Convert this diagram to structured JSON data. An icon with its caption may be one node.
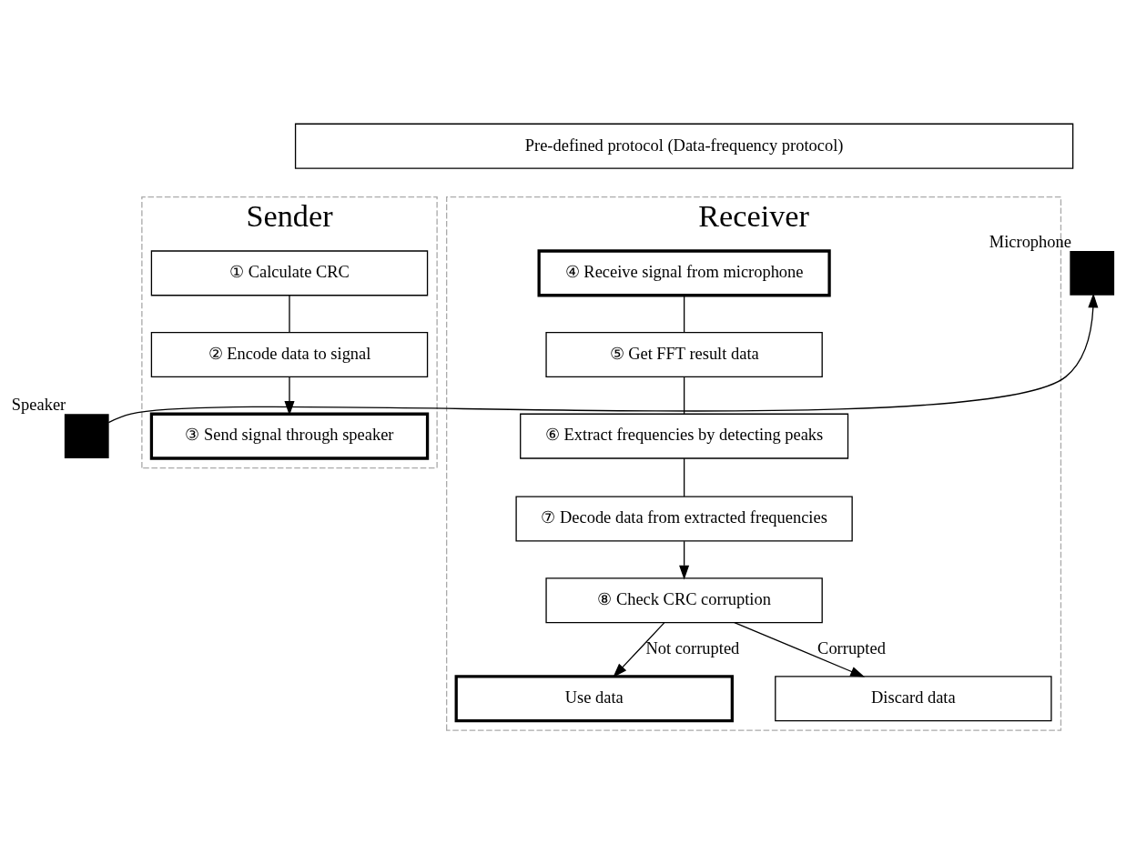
{
  "diagram": {
    "nodes": [
      {
        "text": [
          "Sender"
        ]
      },
      {
        "text": [
          "Receiver"
        ]
      },
      {
        "text": [
          "Pre-defined protocol (Data-frequency protocol)"
        ]
      },
      {
        "text": [
          "① Calculate CRC"
        ],
        "in": 0
      },
      {
        "text": [
          "② Encode data to signal"
        ],
        "in": 0
      },
      {
        "text": [
          "③ Send signal through speaker"
        ],
        "in": 0
      },
      {
        "text": [],
        "shape": "box",
        "beside": [
          "Speaker"
        ]
      },
      {
        "text": [],
        "shape": "box",
        "beside": [
          "Microphone"
        ]
      },
      {
        "text": [
          "④ Receive signal from microphone"
        ],
        "in": 1
      },
      {
        "text": [
          "⑤ Get FFT result data"
        ],
        "in": 1
      },
      {
        "text": [
          "⑥ Extract frequencies by detecting peaks"
        ],
        "in": 1
      },
      {
        "text": [
          "⑦ Decode data from extracted frequencies"
        ],
        "in": 1
      },
      {
        "text": [
          "⑧ Check CRC corruption"
        ],
        "in": 1
      },
      {
        "text": [
          "Use data"
        ],
        "in": 1
      },
      {
        "text": [
          "Discard data"
        ],
        "in": 1
      }
    ],
    "edges": [
      {
        "from": 3,
        "to": 4,
        "arrow": "none"
      },
      {
        "from": 4,
        "to": 5,
        "arrow": "to"
      },
      {
        "from": 6,
        "to": 7,
        "arrow": "to"
      },
      {
        "from": 8,
        "to": 9,
        "arrow": "none"
      },
      {
        "from": 9,
        "to": 10,
        "arrow": "none"
      },
      {
        "from": 10,
        "to": 11,
        "arrow": "none"
      },
      {
        "from": 11,
        "to": 12,
        "arrow": "to"
      },
      {
        "from": 12,
        "to": 13,
        "label": "Not corrupted",
        "arrow": "to"
      },
      {
        "from": 12,
        "to": 14,
        "label": "Corrupted",
        "arrow": "to"
      }
    ]
  }
}
